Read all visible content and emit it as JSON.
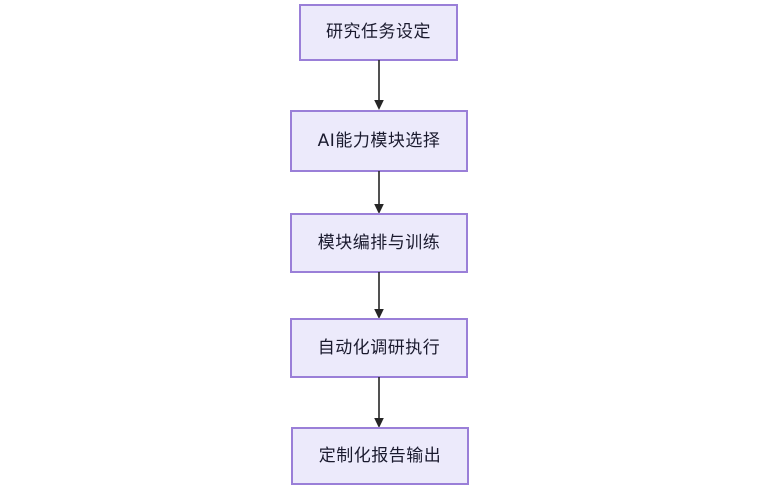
{
  "diagram": {
    "type": "flowchart",
    "orientation": "top-to-bottom",
    "background_color": "#FFFFFF",
    "node_fill_color": "#ECEAFB",
    "node_border_color": "#9A7FD8",
    "node_text_color": "#1A1A2E",
    "edge_color": "#262626",
    "nodes": [
      {
        "id": "n1",
        "label": "研究任务设定"
      },
      {
        "id": "n2",
        "label": "AI能力模块选择"
      },
      {
        "id": "n3",
        "label": "模块编排与训练"
      },
      {
        "id": "n4",
        "label": "自动化调研执行"
      },
      {
        "id": "n5",
        "label": "定制化报告输出"
      }
    ],
    "edges": [
      {
        "from": "n1",
        "to": "n2",
        "label": ""
      },
      {
        "from": "n2",
        "to": "n3",
        "label": ""
      },
      {
        "from": "n3",
        "to": "n4",
        "label": ""
      },
      {
        "from": "n4",
        "to": "n5",
        "label": ""
      }
    ]
  }
}
